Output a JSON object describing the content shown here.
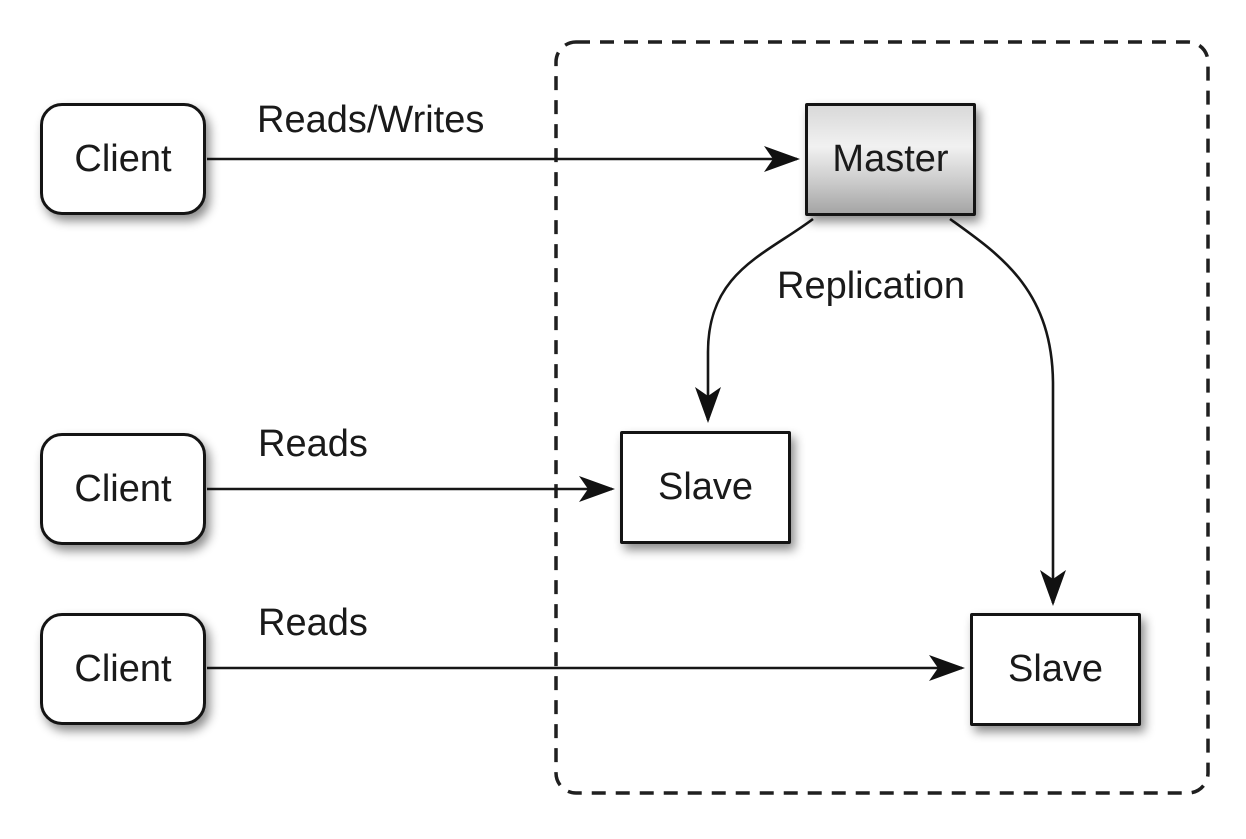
{
  "diagram": {
    "nodes": {
      "client_top": {
        "label": "Client"
      },
      "client_middle": {
        "label": "Client"
      },
      "client_bottom": {
        "label": "Client"
      },
      "master": {
        "label": "Master"
      },
      "slave_left": {
        "label": "Slave"
      },
      "slave_right": {
        "label": "Slave"
      }
    },
    "edge_labels": {
      "reads_writes": "Reads/Writes",
      "reads_middle": "Reads",
      "reads_bottom": "Reads",
      "replication": "Replication"
    },
    "colors": {
      "background": "#ffffff",
      "stroke": "#1a1a1a",
      "node_fill": "#ffffff",
      "master_gradient_top": "#d9d9d9",
      "master_gradient_mid": "#f1f1f1",
      "master_gradient_bottom": "#a5a5a5"
    }
  }
}
